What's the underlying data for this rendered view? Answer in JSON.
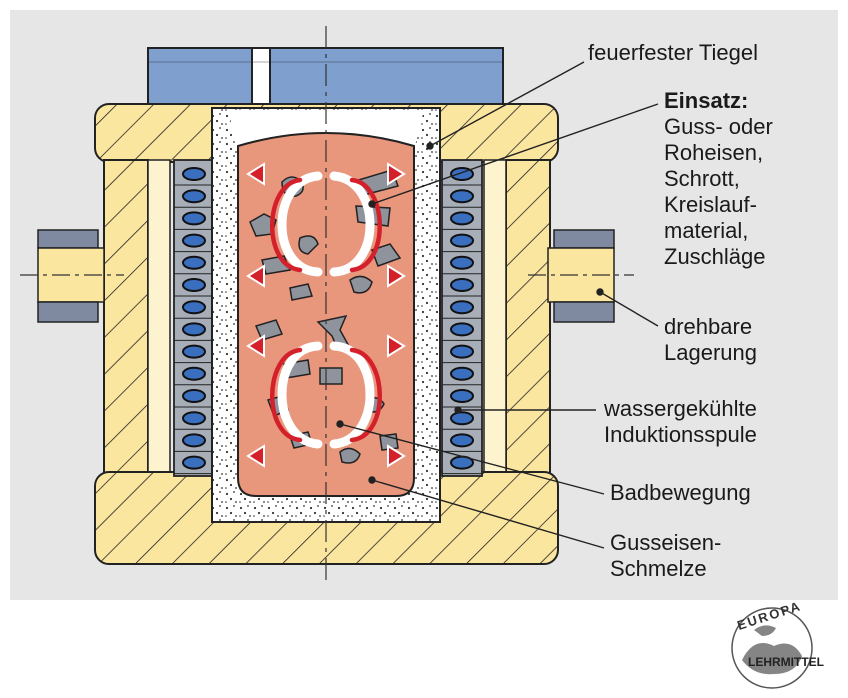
{
  "labels": {
    "tiegel": "feuerfester Tiegel",
    "einsatz_title": "Einsatz:",
    "einsatz_lines": [
      "Guss- oder",
      "Roheisen,",
      "Schrott,",
      "Kreislauf-",
      "material,",
      "Zuschläge"
    ],
    "lagerung_lines": [
      "drehbare",
      "Lagerung"
    ],
    "spule_lines": [
      "wassergekühlte",
      "Induktionsspule"
    ],
    "badbewegung": "Badbewegung",
    "schmelze_lines": [
      "Gusseisen-",
      "Schmelze"
    ]
  },
  "logo": {
    "top": "EUROPA",
    "bottom": "LEHRMITTEL"
  },
  "colors": {
    "panel": "#e6e6e6",
    "yellow": "#fbe6a0",
    "blue_block": "#7f9fce",
    "coil": "#3a6fc0",
    "coil_frame": "#a8aeb8",
    "melt": "#e8967c",
    "arrow": "#d4202a",
    "scrap": "#8e939c"
  }
}
